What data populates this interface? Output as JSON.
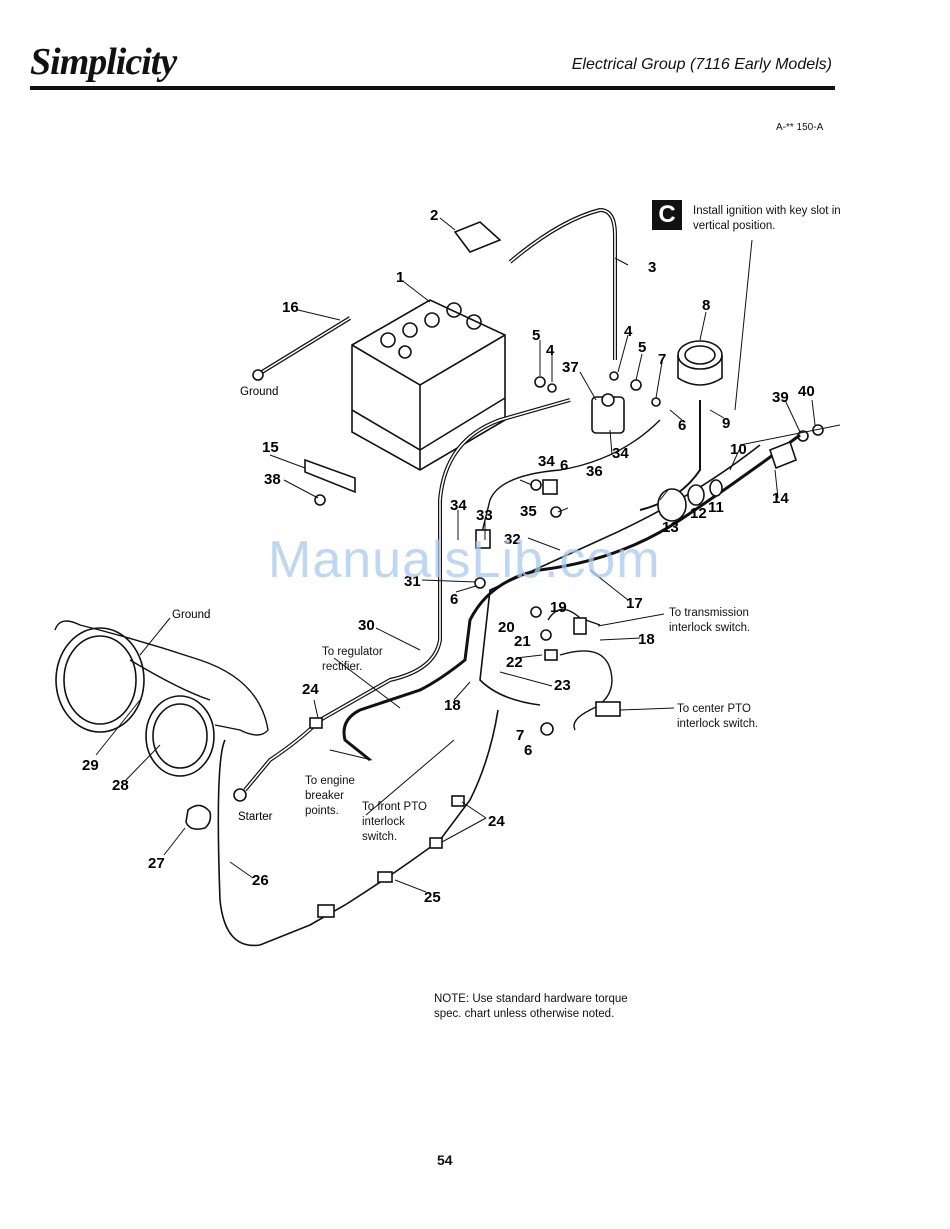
{
  "header": {
    "brand": "Simplicity",
    "title": "Electrical Group (7116 Early Models)",
    "ref_code": "A-** 150-A"
  },
  "callout": {
    "badge": "C",
    "text": "Install ignition with key slot in vertical position."
  },
  "note": "NOTE: Use standard hardware torque spec. chart unless otherwise noted.",
  "page_number": "54",
  "watermark": "ManualsLib.com",
  "labels": {
    "ground_top": "Ground",
    "ground_left": "Ground",
    "starter": "Starter",
    "to_regulator": "To regulator rectifier.",
    "to_engine": "To engine breaker points.",
    "to_front_pto": "To front PTO interlock switch.",
    "to_transmission": "To transmission interlock switch.",
    "to_center_pto": "To center PTO interlock switch."
  },
  "parts": {
    "p1": "1",
    "p2": "2",
    "p3": "3",
    "p4a": "4",
    "p4b": "4",
    "p5a": "5",
    "p5b": "5",
    "p6a": "6",
    "p6b": "6",
    "p6c": "6",
    "p6d": "6",
    "p7a": "7",
    "p7b": "7",
    "p8": "8",
    "p9": "9",
    "p10": "10",
    "p11": "11",
    "p12": "12",
    "p13": "13",
    "p14": "14",
    "p15": "15",
    "p16": "16",
    "p17": "17",
    "p18a": "18",
    "p18b": "18",
    "p19": "19",
    "p20": "20",
    "p21": "21",
    "p22": "22",
    "p23": "23",
    "p24a": "24",
    "p24b": "24",
    "p25": "25",
    "p26": "26",
    "p27": "27",
    "p28": "28",
    "p29": "29",
    "p30": "30",
    "p31": "31",
    "p32": "32",
    "p33": "33",
    "p34a": "34",
    "p34b": "34",
    "p34c": "34",
    "p35": "35",
    "p36": "36",
    "p37": "37",
    "p38": "38",
    "p39": "39",
    "p40": "40"
  }
}
